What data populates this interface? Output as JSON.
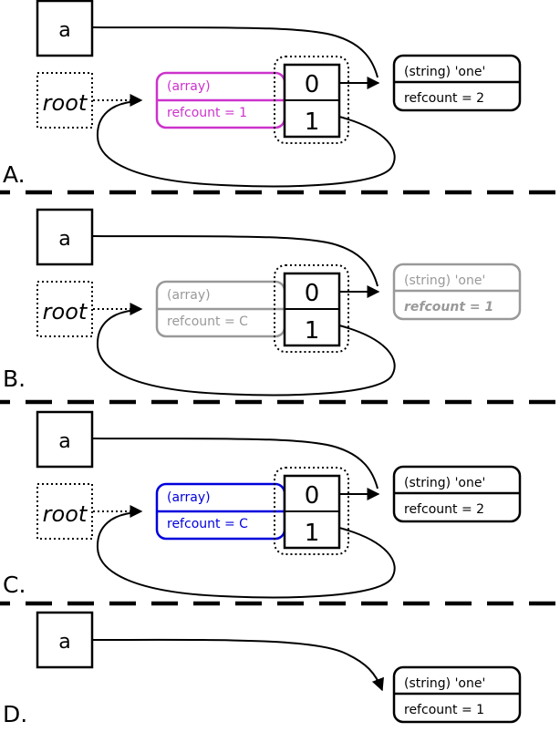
{
  "panels": [
    {
      "label": "A.",
      "var_name": "a",
      "root_label": "root",
      "array_box": {
        "type": "(array)",
        "refcount": "refcount = 1",
        "color": "#cc33cc"
      },
      "cells": [
        "0",
        "1"
      ],
      "string_box": {
        "type": "(string) 'one'",
        "refcount": "refcount = 2",
        "color": "#000000"
      }
    },
    {
      "label": "B.",
      "var_name": "a",
      "root_label": "root",
      "array_box": {
        "type": "(array)",
        "refcount": "refcount = C",
        "color": "#999999"
      },
      "cells": [
        "0",
        "1"
      ],
      "string_box": {
        "type": "(string) 'one'",
        "refcount": "refcount = 1",
        "color": "#999999"
      }
    },
    {
      "label": "C.",
      "var_name": "a",
      "root_label": "root",
      "array_box": {
        "type": "(array)",
        "refcount": "refcount = C",
        "color": "#0000dd"
      },
      "cells": [
        "0",
        "1"
      ],
      "string_box": {
        "type": "(string) 'one'",
        "refcount": "refcount = 2",
        "color": "#000000"
      }
    },
    {
      "label": "D.",
      "var_name": "a",
      "string_box": {
        "type": "(string) 'one'",
        "refcount": "refcount = 1",
        "color": "#000000"
      }
    }
  ]
}
